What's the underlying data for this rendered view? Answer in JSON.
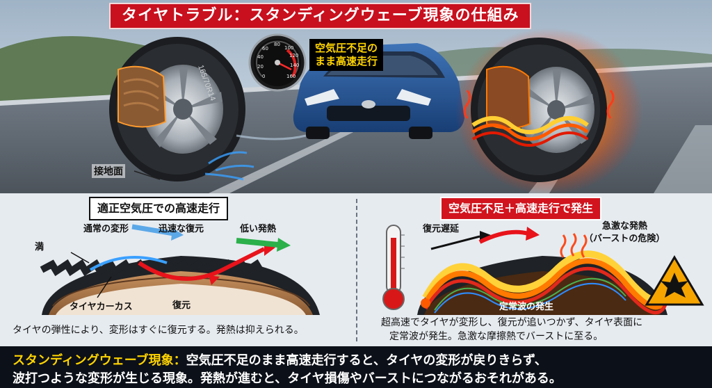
{
  "title": "タイヤトラブル：スタンディングウェーブ現象の仕組み",
  "top": {
    "gauge_ticks": [
      "0",
      "20",
      "40",
      "60",
      "80",
      "100",
      "120",
      "140",
      "160"
    ],
    "callout": [
      "空気圧不足の",
      "まま高速走行"
    ],
    "tire_sidewall_text": "165/70R14",
    "contact_label": "接地面"
  },
  "left_panel": {
    "title": "適正空気圧での高速走行",
    "labels": {
      "full": "満",
      "normal_deform": "通常の変形",
      "fast_recovery": "迅速な復元",
      "low_heat": "低い発熱",
      "carcass": "タイヤカーカス",
      "recovery": "復元"
    },
    "caption": "タイヤの弾性により、変形はすぐに復元する。発熱は抑えられる。"
  },
  "right_panel": {
    "title": "空気圧不足＋高速走行で発生",
    "labels": {
      "recovery_delay": "復元遅延",
      "rapid_heat_1": "急激な発熱",
      "rapid_heat_2": "（バーストの危険）",
      "standing_wave": "定常波の発生"
    },
    "caption": [
      "超高速でタイヤが変形し、復元が追いつかず、タイヤ表面に",
      "定常波が発生。急激な摩擦熱でバーストに至る。"
    ]
  },
  "bottom": {
    "term": "スタンディングウェーブ現象：",
    "line1": "空気圧不足のまま高速走行すると、タイヤの変形が戻りきらず、",
    "line2": "波打つような変形が生じる現象。発熱が進むと、タイヤ損傷やバーストにつながるおそれがある。"
  },
  "colors": {
    "title_red": "#c8101e",
    "callout_yellow": "#ffd400",
    "heat_orange": "#ff7a00",
    "cool_blue": "#3aa0ff",
    "car_blue": "#1f4e8f"
  }
}
